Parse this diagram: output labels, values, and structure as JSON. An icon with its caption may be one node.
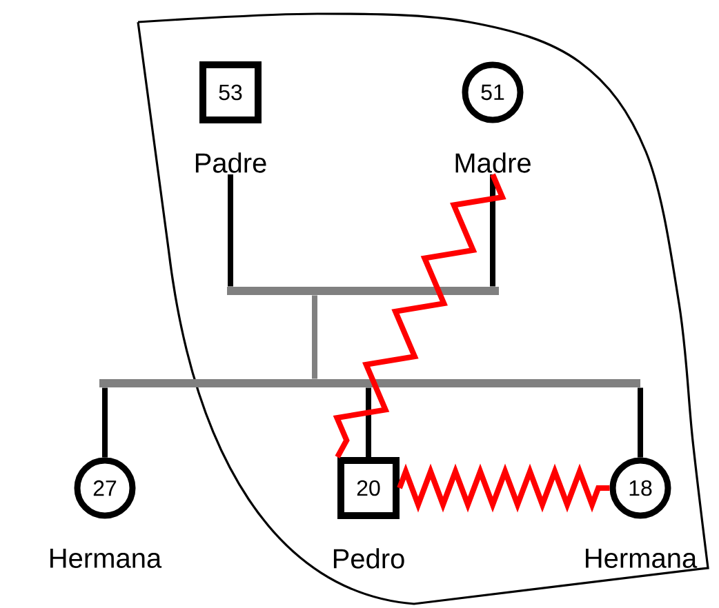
{
  "diagram": {
    "nodes": [
      {
        "text": [
          "53"
        ],
        "beside": [
          "Padre"
        ]
      },
      {
        "text": [
          "51"
        ],
        "beside": [
          "Madre"
        ]
      },
      {
        "text": [],
        "shape": "bar"
      },
      {
        "text": [],
        "shape": "bar"
      },
      {
        "text": [
          "27"
        ],
        "beside": [
          "Hermana"
        ]
      },
      {
        "text": [
          "20"
        ],
        "beside": [
          "Pedro"
        ]
      },
      {
        "text": [
          "18"
        ],
        "beside": [
          "Hermana"
        ]
      }
    ],
    "edges": [
      {
        "from": 0,
        "to": 2,
        "arrow": "none"
      },
      {
        "from": 1,
        "to": 2,
        "arrow": "none"
      },
      {
        "from": 2,
        "to": 3,
        "arrow": "none",
        "color": "#808080"
      },
      {
        "from": 3,
        "to": 4,
        "arrow": "none"
      },
      {
        "from": 3,
        "to": 5,
        "arrow": "none"
      },
      {
        "from": 3,
        "to": 6,
        "arrow": "none"
      },
      {
        "from": 1,
        "to": 5,
        "arrow": "none",
        "color": "#ff0000"
      },
      {
        "from": 5,
        "to": 6,
        "arrow": "none",
        "color": "#ff0000"
      }
    ]
  }
}
